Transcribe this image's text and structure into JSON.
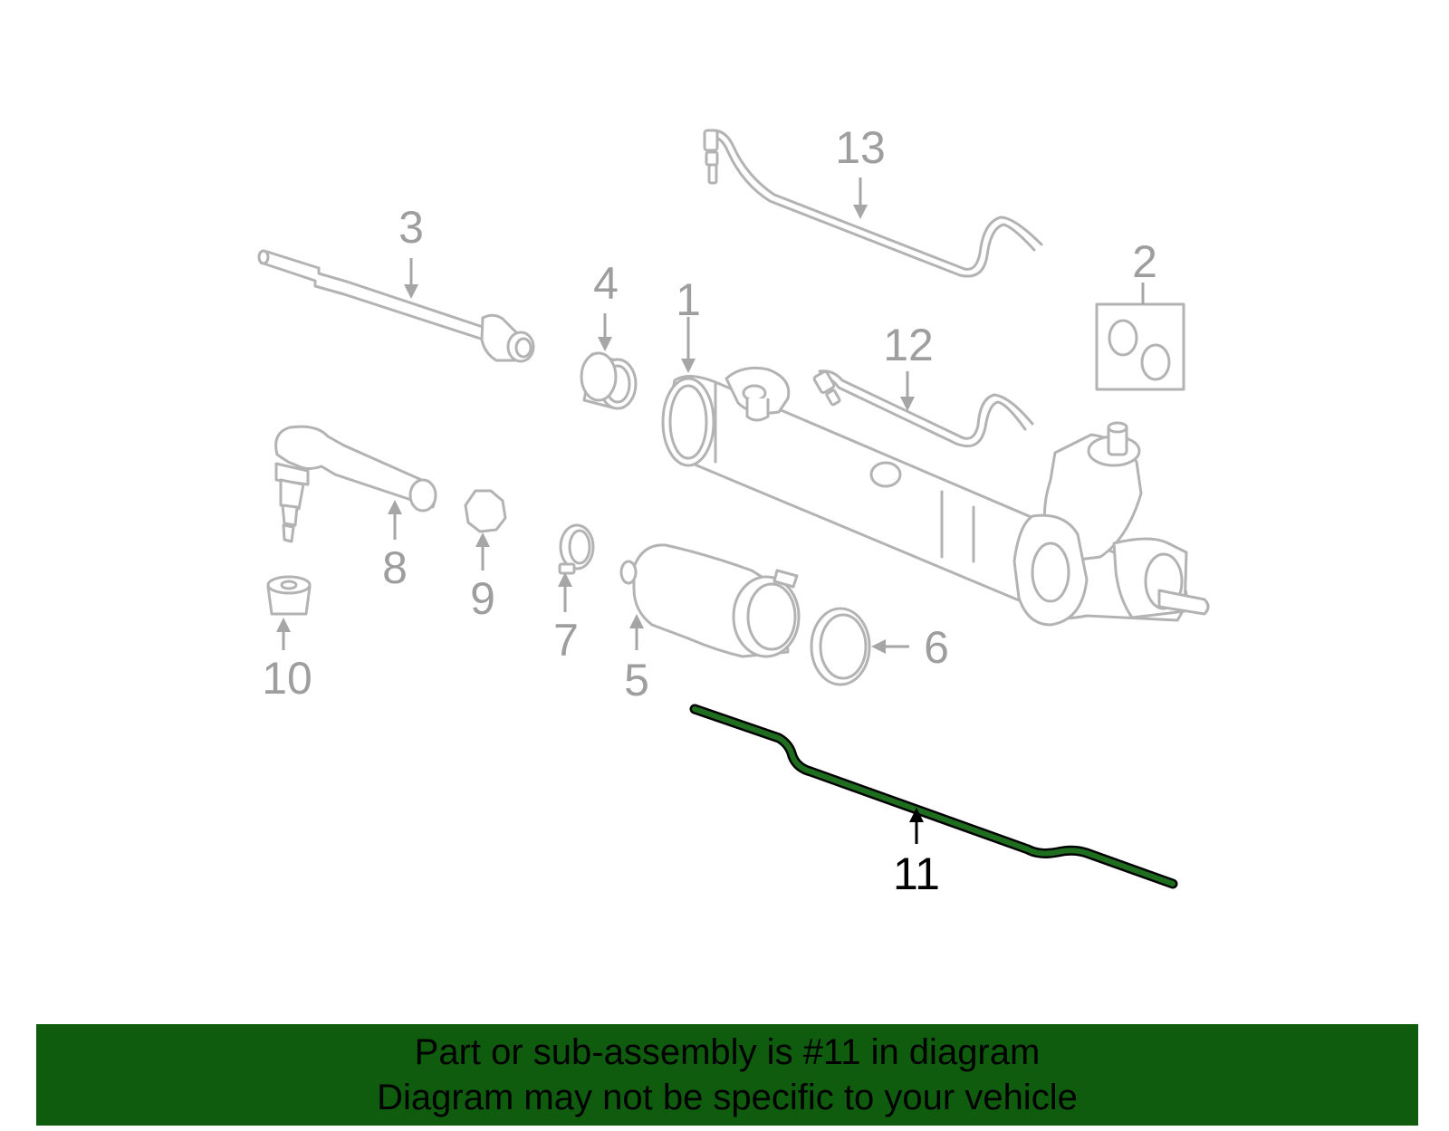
{
  "diagram": {
    "highlight_color": "#1f6e1f",
    "parts": [
      {
        "number": "1",
        "highlighted": false
      },
      {
        "number": "2",
        "highlighted": false
      },
      {
        "number": "3",
        "highlighted": false
      },
      {
        "number": "4",
        "highlighted": false
      },
      {
        "number": "5",
        "highlighted": false
      },
      {
        "number": "6",
        "highlighted": false
      },
      {
        "number": "7",
        "highlighted": false
      },
      {
        "number": "8",
        "highlighted": false
      },
      {
        "number": "9",
        "highlighted": false
      },
      {
        "number": "10",
        "highlighted": false
      },
      {
        "number": "11",
        "highlighted": true
      },
      {
        "number": "12",
        "highlighted": false
      },
      {
        "number": "13",
        "highlighted": false
      }
    ]
  },
  "banner": {
    "background": "#0f5c0f",
    "line1": "Part or sub-assembly is #11 in diagram",
    "line2": "Diagram may not be specific to your vehicle"
  }
}
